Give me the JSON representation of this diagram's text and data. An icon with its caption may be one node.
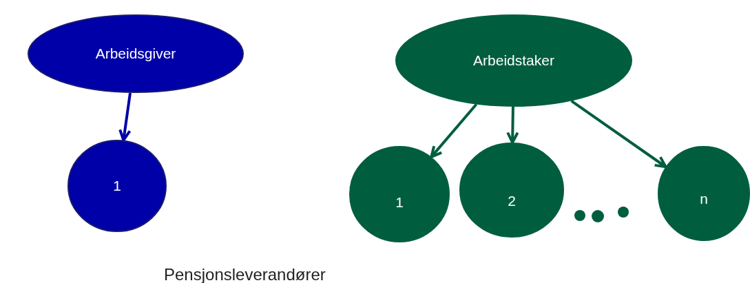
{
  "diagram": {
    "nodes": [
      {
        "text": [
          "Arbeidsgiver"
        ]
      },
      {
        "text": [
          "1"
        ]
      },
      {
        "text": [
          "Arbeidstaker"
        ]
      },
      {
        "text": [
          "1"
        ]
      },
      {
        "text": [
          "2"
        ]
      },
      {
        "text": [
          "n"
        ]
      }
    ],
    "edges": [
      {
        "from": 0,
        "to": 1,
        "arrow": "to",
        "color": "#0000a8"
      },
      {
        "from": 2,
        "to": 3,
        "arrow": "to"
      },
      {
        "from": 2,
        "to": 4,
        "arrow": "to"
      },
      {
        "from": 2,
        "to": 5,
        "arrow": "to"
      }
    ],
    "labels": [
      "Pensjonsleverandører"
    ]
  }
}
